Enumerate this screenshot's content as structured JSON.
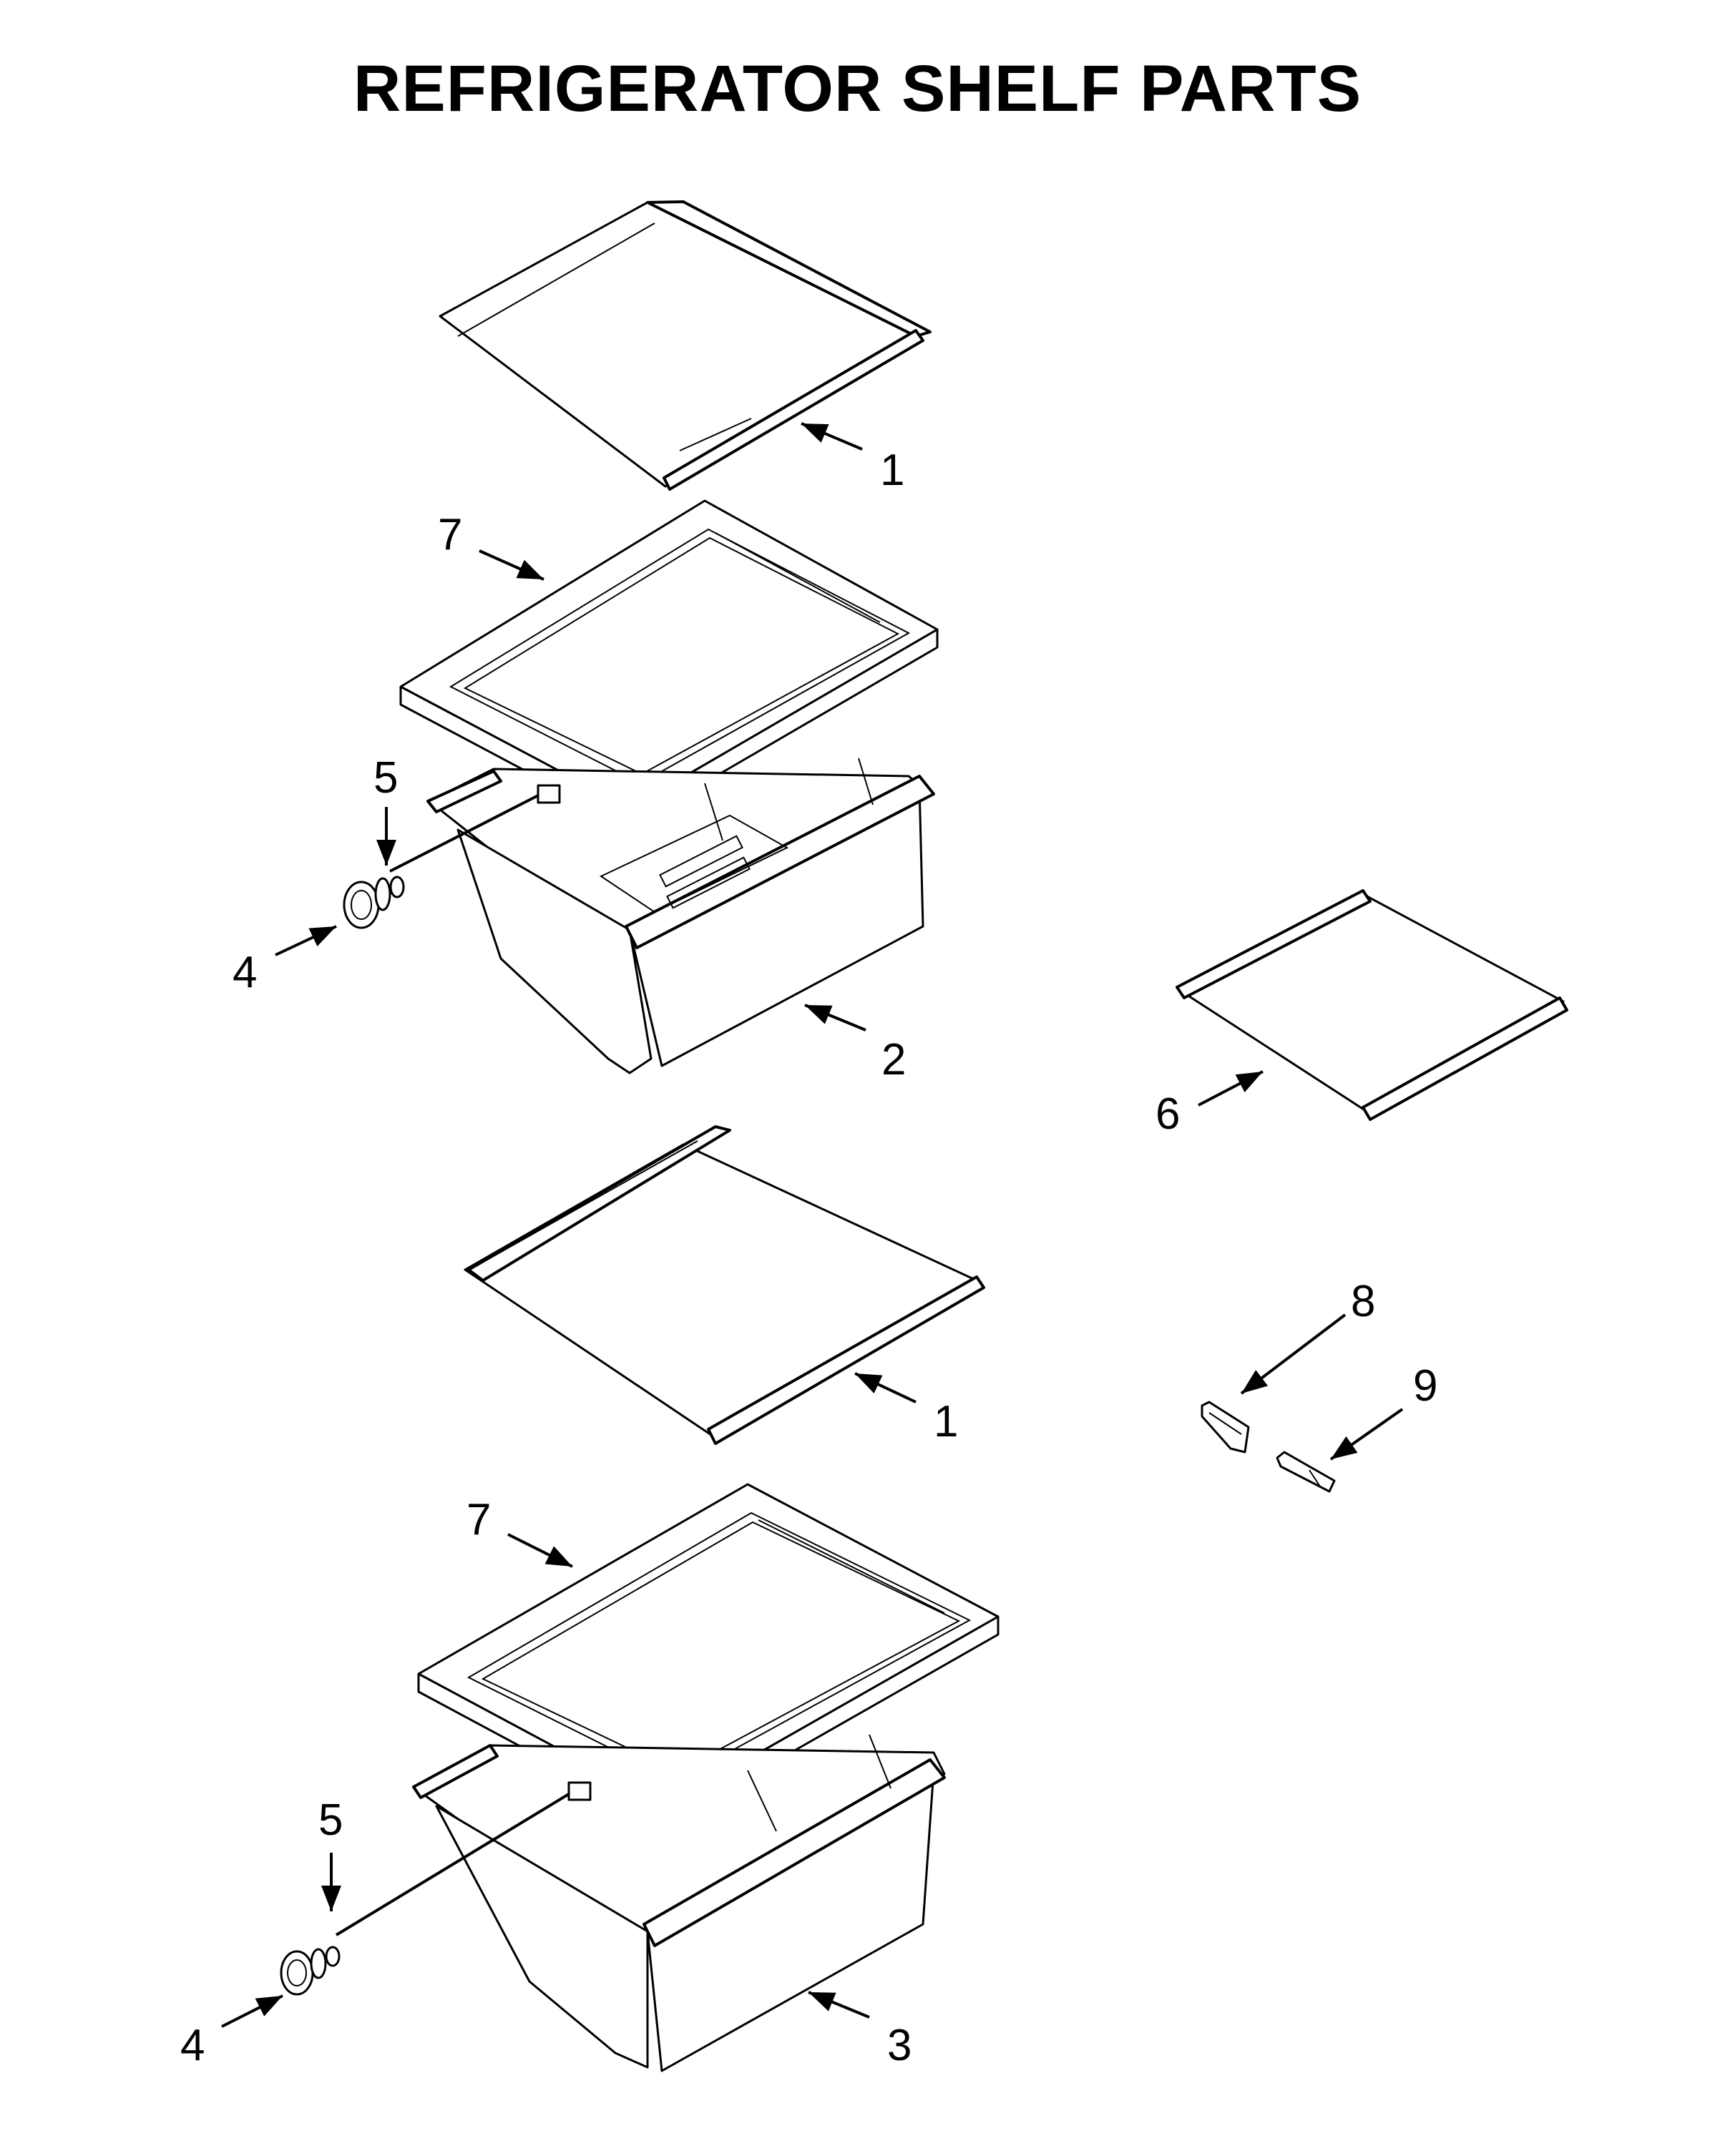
{
  "title": "REFRIGERATOR SHELF PARTS",
  "callouts": {
    "c1a": "1",
    "c7a": "7",
    "c5a": "5",
    "c4a": "4",
    "c2": "2",
    "c6": "6",
    "c1b": "1",
    "c8": "8",
    "c9": "9",
    "c7b": "7",
    "c5b": "5",
    "c4b": "4",
    "c3": "3"
  }
}
